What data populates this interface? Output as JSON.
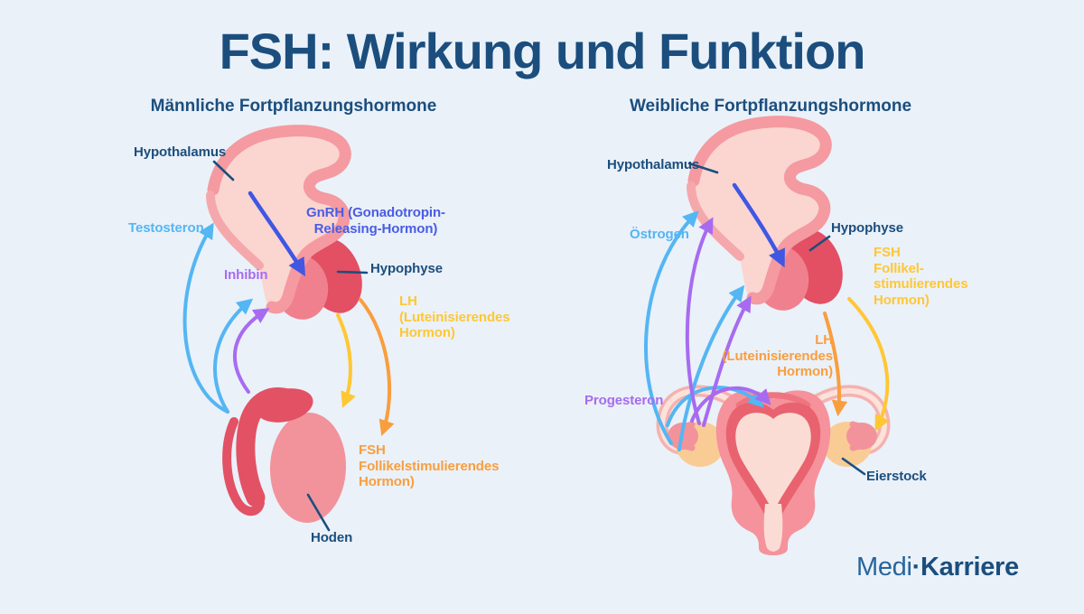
{
  "title": "FSH: Wirkung und Funktion",
  "male": {
    "subtitle": "Männliche Fortpflanzungshormone",
    "hypothalamus": "Hypothalamus",
    "hypophyse": "Hypophyse",
    "hoden": "Hoden",
    "hormones": {
      "testosteron": "Testosteron",
      "inhibin": "Inhibin",
      "gnrh": [
        "GnRH (Gonadotropin-",
        "Releasing-Hormon)"
      ],
      "lh": [
        "LH",
        "(Luteinisierendes",
        "Hormon)"
      ],
      "fsh": [
        "FSH",
        "Follikelstimulierendes",
        "Hormon)"
      ]
    }
  },
  "female": {
    "subtitle": "Weibliche Fortpflanzungshormone",
    "hypothalamus": "Hypothalamus",
    "hypophyse": "Hypophyse",
    "eierstock": "Eierstock",
    "hormones": {
      "oestrogen": "Östrogen",
      "progesteron": "Progesteron",
      "fsh": [
        "FSH",
        "Follikel-",
        "stimulierendes",
        "Hormon)"
      ],
      "lh": [
        "LH",
        "(Luteinisierendes",
        "Hormon)"
      ]
    }
  },
  "logo": {
    "medi": "Medi",
    "dot": "·",
    "karriere": "Karriere"
  },
  "colors": {
    "background": "#EAF1F9",
    "heading_navy": "#1B4E7D",
    "testosteron_oestrogen_cyan": "#54B6F3",
    "inhibin_progesteron_purple": "#A76BF0",
    "gnrh_blue": "#4A5CE3",
    "lh_fsh_yellow": "#FFC733",
    "lh_fsh_orange": "#F99E3E",
    "organ_pale_pink": "#FBD5D0",
    "organ_rim_pink": "#F49AA0",
    "pituitary_red": "#E34F63",
    "gonad_pink": "#F2939C",
    "ovary_yellow": "#F9CC95"
  }
}
